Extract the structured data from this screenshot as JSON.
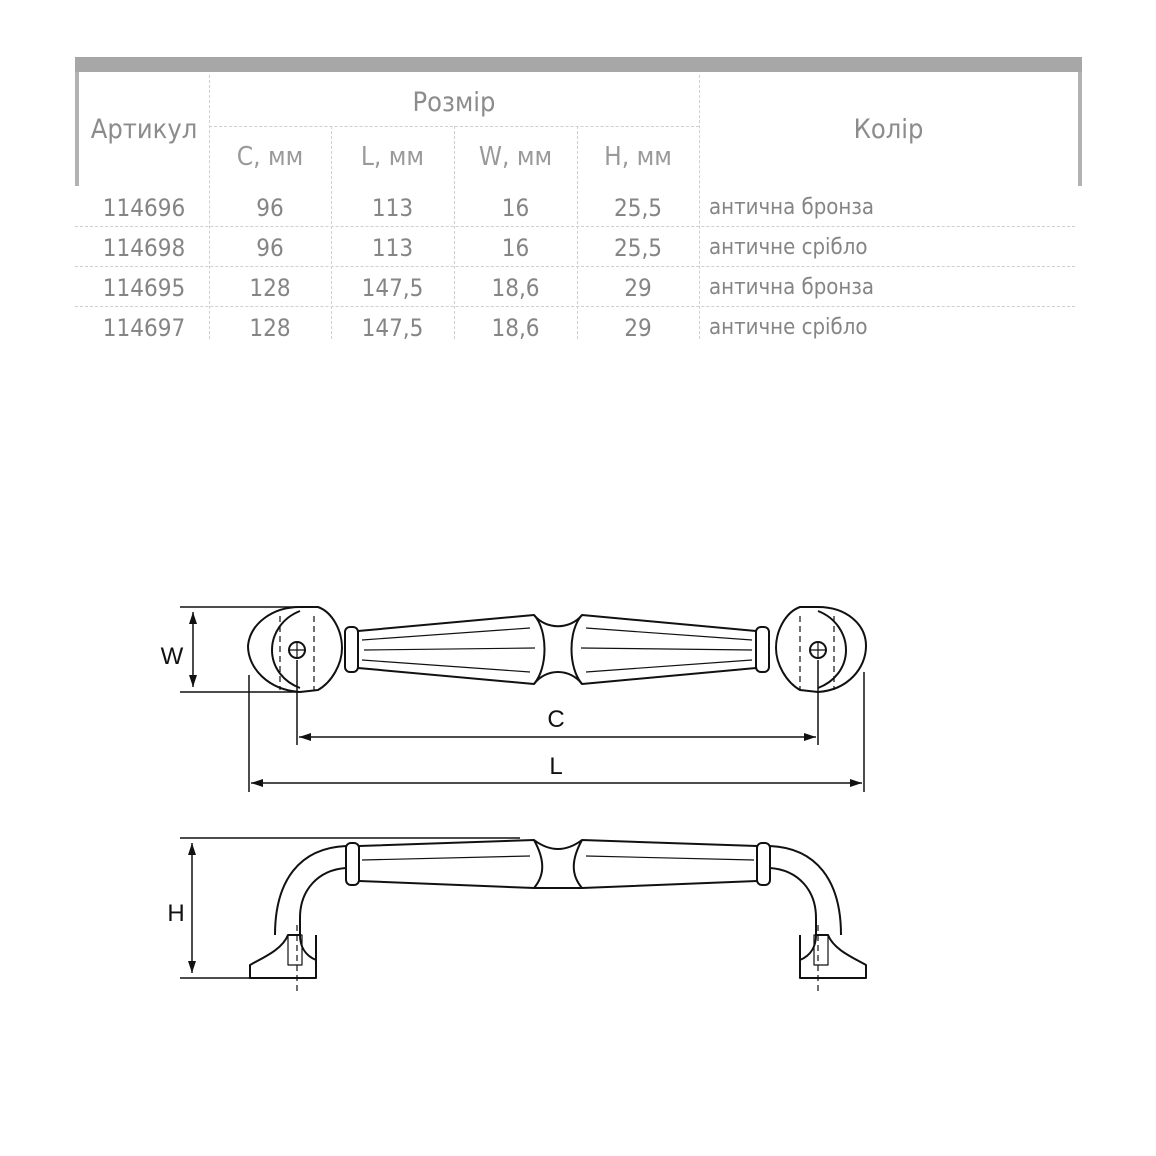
{
  "table": {
    "col_article": "Артикул",
    "col_size": "Розмір",
    "col_color": "Колір",
    "size_columns": [
      "C, мм",
      "L, мм",
      "W, мм",
      "H, мм"
    ],
    "rows": [
      {
        "article": "114696",
        "c": "96",
        "l": "113",
        "w": "16",
        "h": "25,5",
        "color": "антична бронза"
      },
      {
        "article": "114698",
        "c": "96",
        "l": "113",
        "w": "16",
        "h": "25,5",
        "color": "античне срібло"
      },
      {
        "article": "114695",
        "c": "128",
        "l": "147,5",
        "w": "18,6",
        "h": "29",
        "color": "антична бронза"
      },
      {
        "article": "114697",
        "c": "128",
        "l": "147,5",
        "w": "18,6",
        "h": "29",
        "color": "античне срібло"
      }
    ]
  },
  "drawing": {
    "label_w": "W",
    "label_c": "C",
    "label_l": "L",
    "label_h": "H"
  },
  "colors": {
    "header_bar": "#a7a7a7",
    "text": "#858585",
    "line": "#111111"
  }
}
